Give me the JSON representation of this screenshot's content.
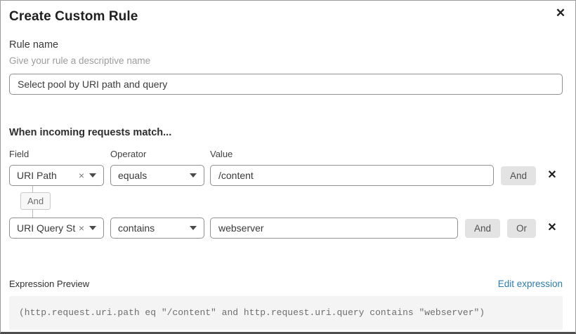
{
  "dialog": {
    "title": "Create Custom Rule",
    "close_icon": "✕"
  },
  "rule_name": {
    "label": "Rule name",
    "helper": "Give your rule a descriptive name",
    "value": "Select pool by URI path and query"
  },
  "matcher": {
    "heading": "When incoming requests match...",
    "columns": {
      "field": "Field",
      "operator": "Operator",
      "value": "Value"
    },
    "rows": [
      {
        "field": "URI Path",
        "clear_icon": "×",
        "operator": "equals",
        "value": "/content",
        "and_label": "And",
        "delete_icon": "✕"
      },
      {
        "field": "URI Query St...",
        "clear_icon": "×",
        "operator": "contains",
        "value": "webserver",
        "and_label": "And",
        "or_label": "Or",
        "delete_icon": "✕"
      }
    ],
    "connector": "And"
  },
  "expression": {
    "label": "Expression Preview",
    "edit_link": "Edit expression",
    "code": "(http.request.uri.path eq \"/content\" and http.request.uri.query contains \"webserver\")"
  },
  "colors": {
    "link_blue": "#2c7cb0",
    "button_gray": "#e3e3e3",
    "input_border": "#8f8f8f",
    "code_background": "#f4f4f4",
    "code_text": "#6e6e6e"
  }
}
